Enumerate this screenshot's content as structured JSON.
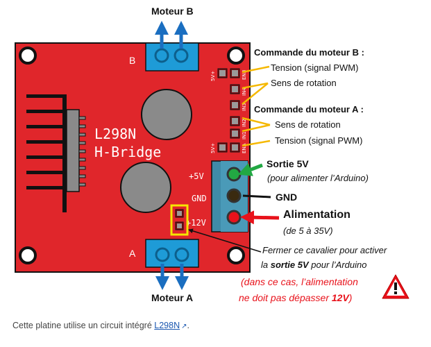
{
  "labels": {
    "moteur_b": "Moteur B",
    "moteur_a": "Moteur A",
    "board_name_1": "L298N",
    "board_name_2": "H-Bridge",
    "screw_b": "B",
    "screw_a": "A",
    "plus5v": "+5V",
    "gnd": "GND",
    "plus12v": "+12V",
    "fivev_top": "5V+",
    "fivev_bottom": "5V+",
    "pin_labels": [
      "ENB",
      "IN4",
      "IN3",
      "IN2",
      "IN1",
      "ENA"
    ]
  },
  "annotations": {
    "cmd_b_title": "Commande du moteur B :",
    "cmd_b_tension": "Tension (signal PWM)",
    "cmd_b_sens": "Sens de rotation",
    "cmd_a_title": "Commande du moteur A :",
    "cmd_a_sens": "Sens de rotation",
    "cmd_a_tension": "Tension (signal PWM)",
    "sortie_title": "Sortie 5V",
    "sortie_sub": "(pour alimenter l’Arduino)",
    "gnd_label": "GND",
    "alim_title": "Alimentation",
    "alim_sub": "(de 5 à 35V)",
    "jumper_line1": "Fermer ce cavalier pour activer",
    "jumper_line2_pre": "la ",
    "jumper_line2_bold": "sortie 5V",
    "jumper_line2_post": " pour l’Arduino",
    "warn_line1": "(dans ce cas, l’alimentation",
    "warn_line2_pre": "ne doit pas dépasser ",
    "warn_line2_bold": "12V",
    "warn_line2_post": ")"
  },
  "caption": {
    "text_before": "Cette platine utilise un circuit intégré ",
    "link_text": "L298N",
    "text_after": "."
  },
  "colors": {
    "board": "#e0262b",
    "board_outline": "#111111",
    "terminal": "#1e9bd7",
    "arrow_blue": "#1a6ec0",
    "leader_yellow": "#f5b800",
    "green": "#22a843",
    "red": "#e8121b",
    "warning_red": "#e8121b"
  }
}
